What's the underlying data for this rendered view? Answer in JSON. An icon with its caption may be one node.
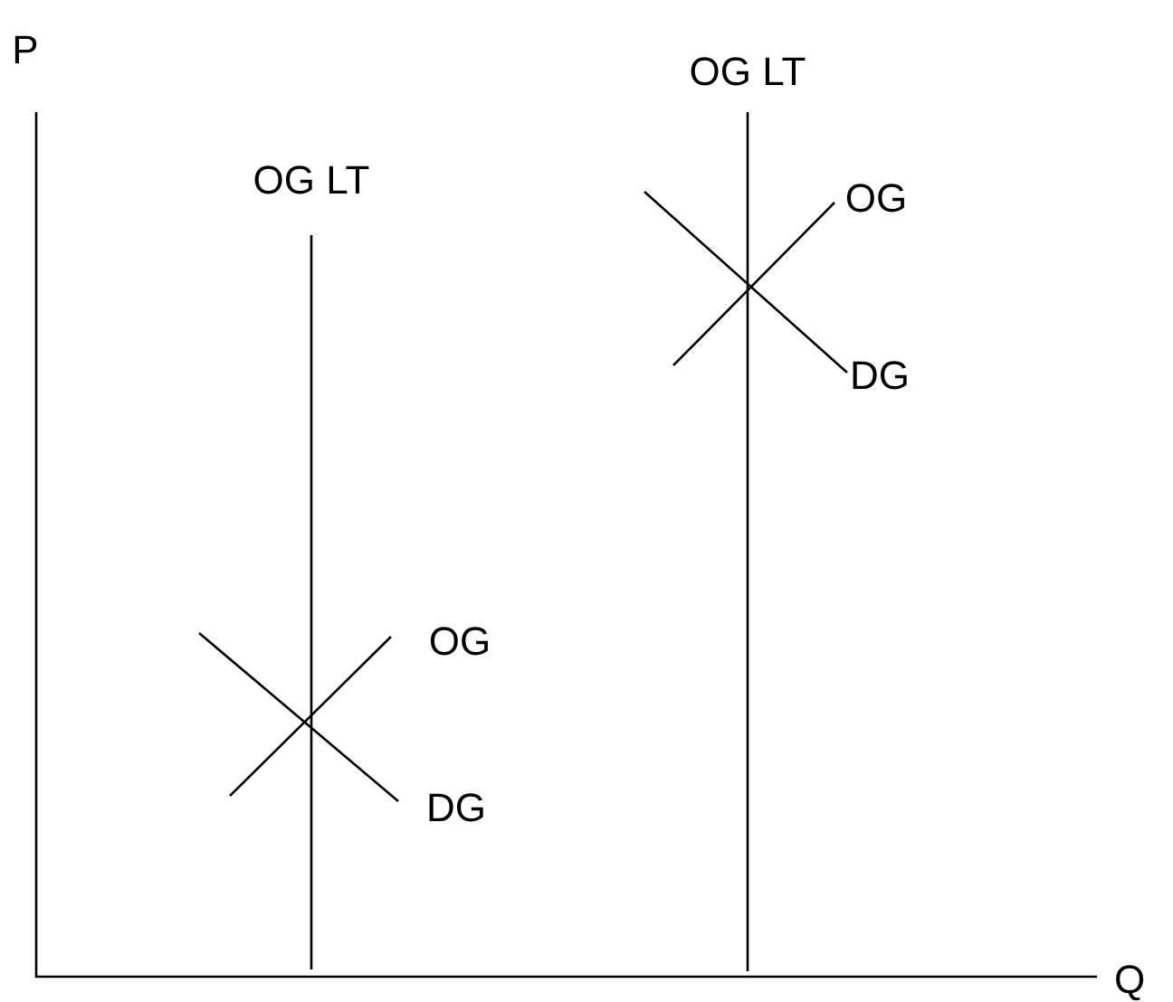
{
  "diagram": {
    "labels": [
      "P",
      "OG LT",
      "OG LT",
      "OG",
      "DG",
      "OG",
      "DG",
      "Q"
    ]
  }
}
